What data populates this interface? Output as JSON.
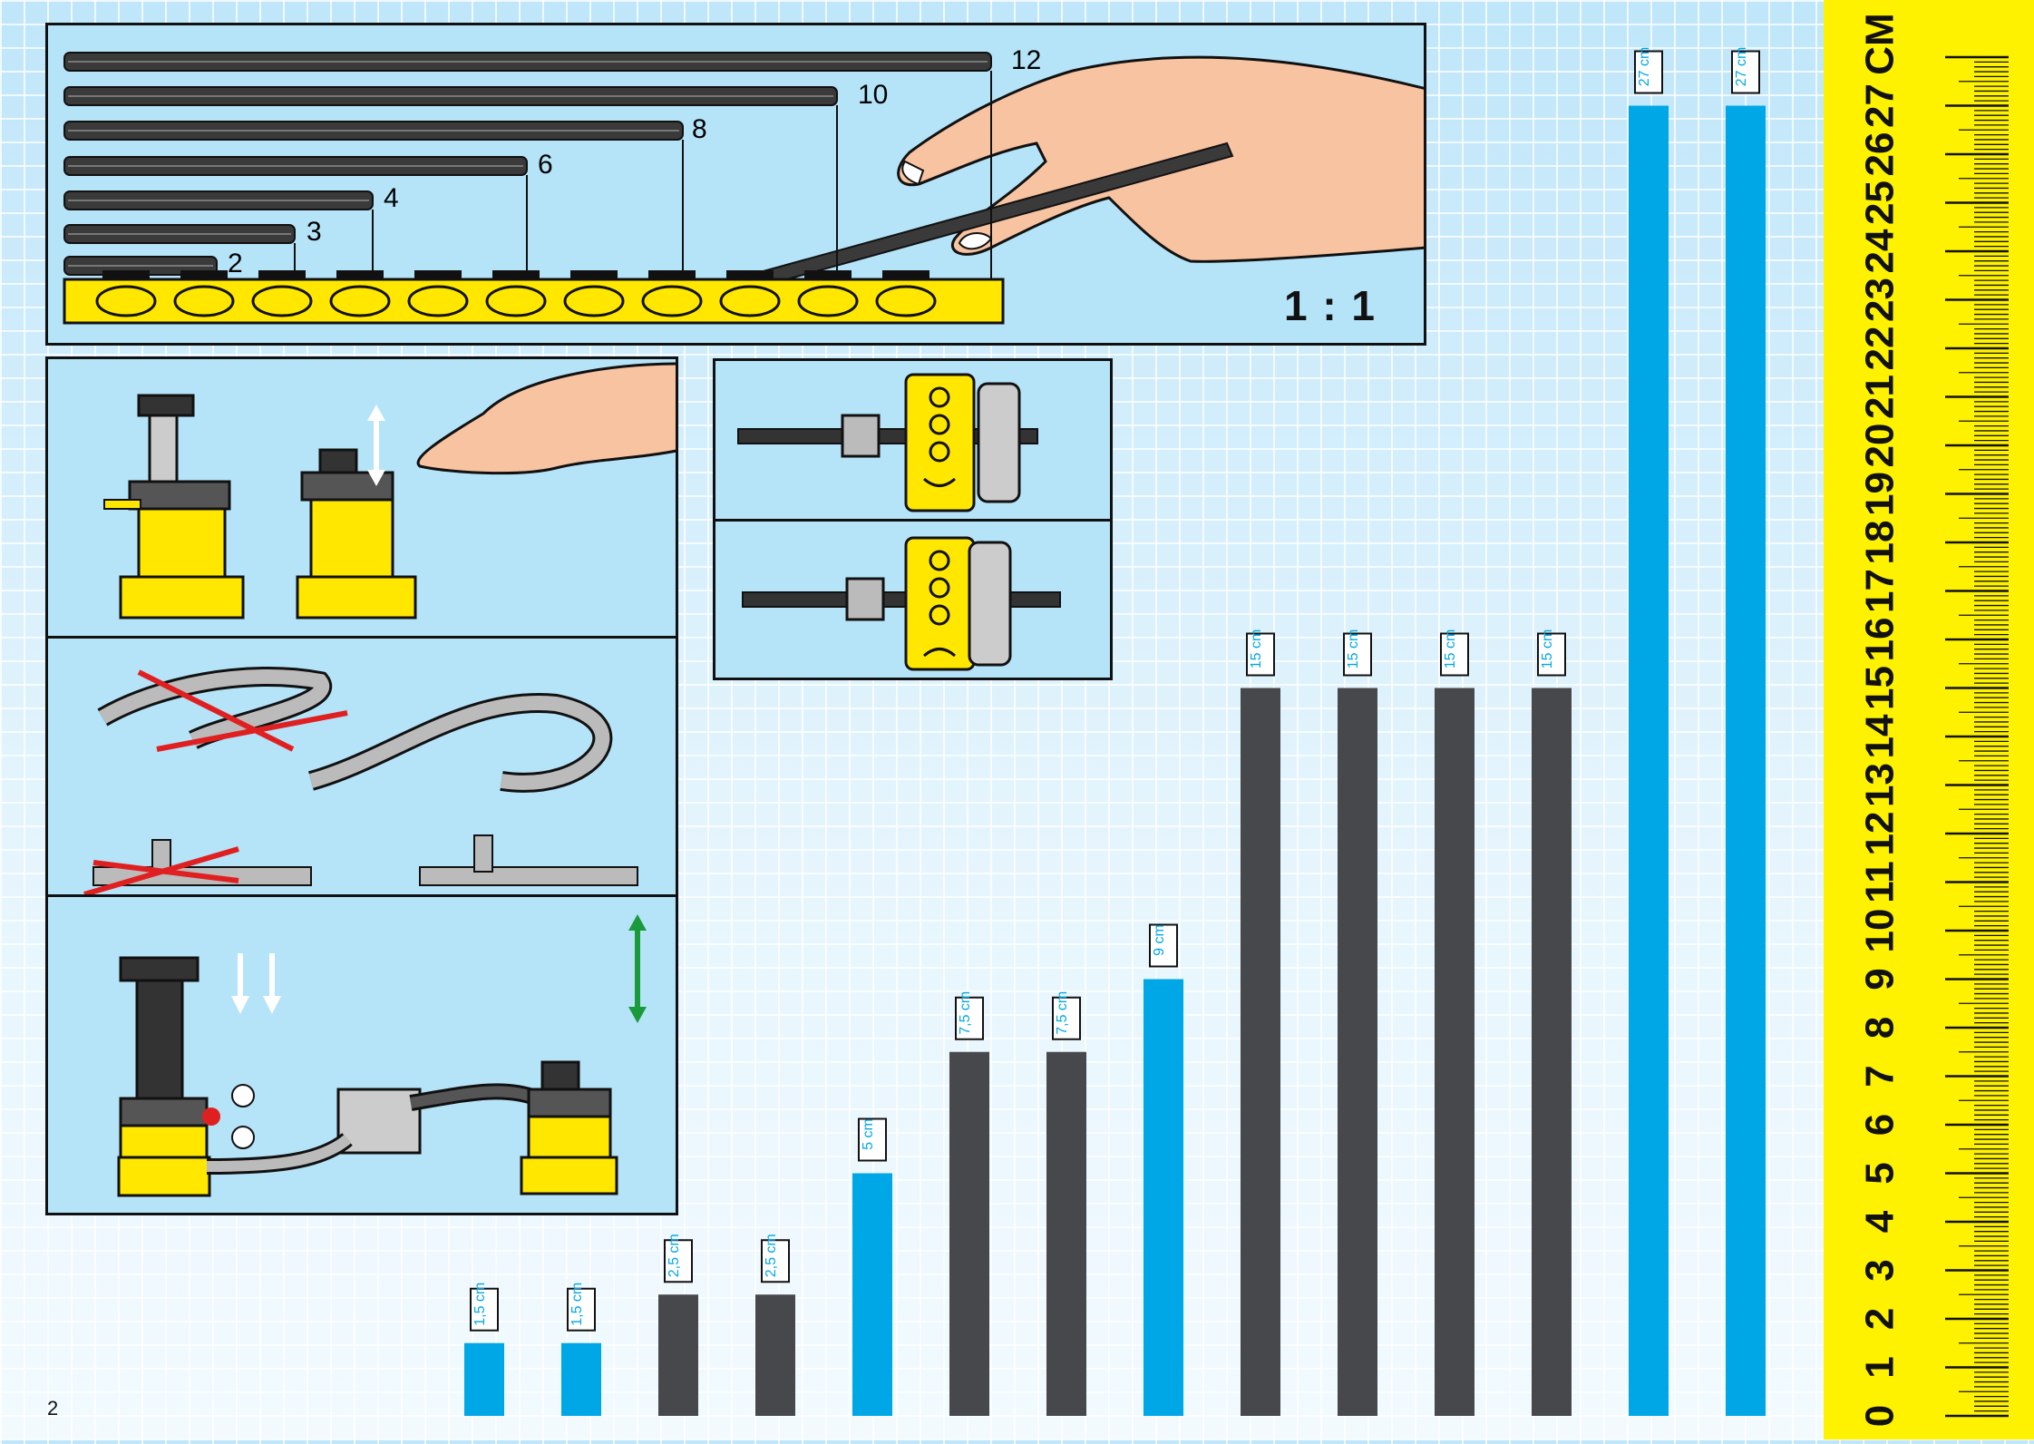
{
  "top_panel": {
    "rod_lengths": [
      "12",
      "10",
      "8",
      "6",
      "4",
      "3",
      "2"
    ],
    "scale_label": "1 : 1"
  },
  "page_number": "2",
  "tube_bars": [
    {
      "label": "1,5 cm",
      "length_cm": 1.5,
      "color": "#00a7e6"
    },
    {
      "label": "1,5 cm",
      "length_cm": 1.5,
      "color": "#00a7e6"
    },
    {
      "label": "2,5 cm",
      "length_cm": 2.5,
      "color": "#46484c"
    },
    {
      "label": "2,5 cm",
      "length_cm": 2.5,
      "color": "#46484c"
    },
    {
      "label": "5 cm",
      "length_cm": 5,
      "color": "#00a7e6"
    },
    {
      "label": "7,5 cm",
      "length_cm": 7.5,
      "color": "#46484c"
    },
    {
      "label": "7,5 cm",
      "length_cm": 7.5,
      "color": "#46484c"
    },
    {
      "label": "9 cm",
      "length_cm": 9,
      "color": "#00a7e6"
    },
    {
      "label": "15 cm",
      "length_cm": 15,
      "color": "#46484c"
    },
    {
      "label": "15 cm",
      "length_cm": 15,
      "color": "#46484c"
    },
    {
      "label": "15 cm",
      "length_cm": 15,
      "color": "#46484c"
    },
    {
      "label": "15 cm",
      "length_cm": 15,
      "color": "#46484c"
    },
    {
      "label": "27 cm",
      "length_cm": 27,
      "color": "#00a7e6"
    },
    {
      "label": "27 cm",
      "length_cm": 27,
      "color": "#00a7e6"
    }
  ],
  "ruler": {
    "unit_label": "CM",
    "numbers": [
      "0",
      "1",
      "2",
      "3",
      "4",
      "5",
      "6",
      "7",
      "8",
      "9",
      "10",
      "11",
      "12",
      "13",
      "14",
      "15",
      "16",
      "17",
      "18",
      "19",
      "20",
      "21",
      "22",
      "23",
      "24",
      "25",
      "26",
      "27"
    ]
  }
}
